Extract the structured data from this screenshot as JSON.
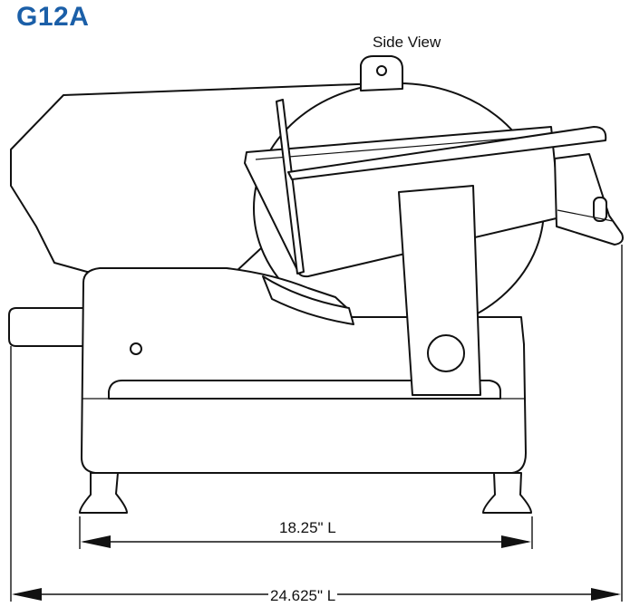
{
  "title": "G12A",
  "view_label": "Side View",
  "colors": {
    "title": "#1b5fa8",
    "line": "#111111",
    "background": "#ffffff"
  },
  "dimensions": {
    "inner_length": "18.25\" L",
    "overall_length": "24.625\" L"
  }
}
